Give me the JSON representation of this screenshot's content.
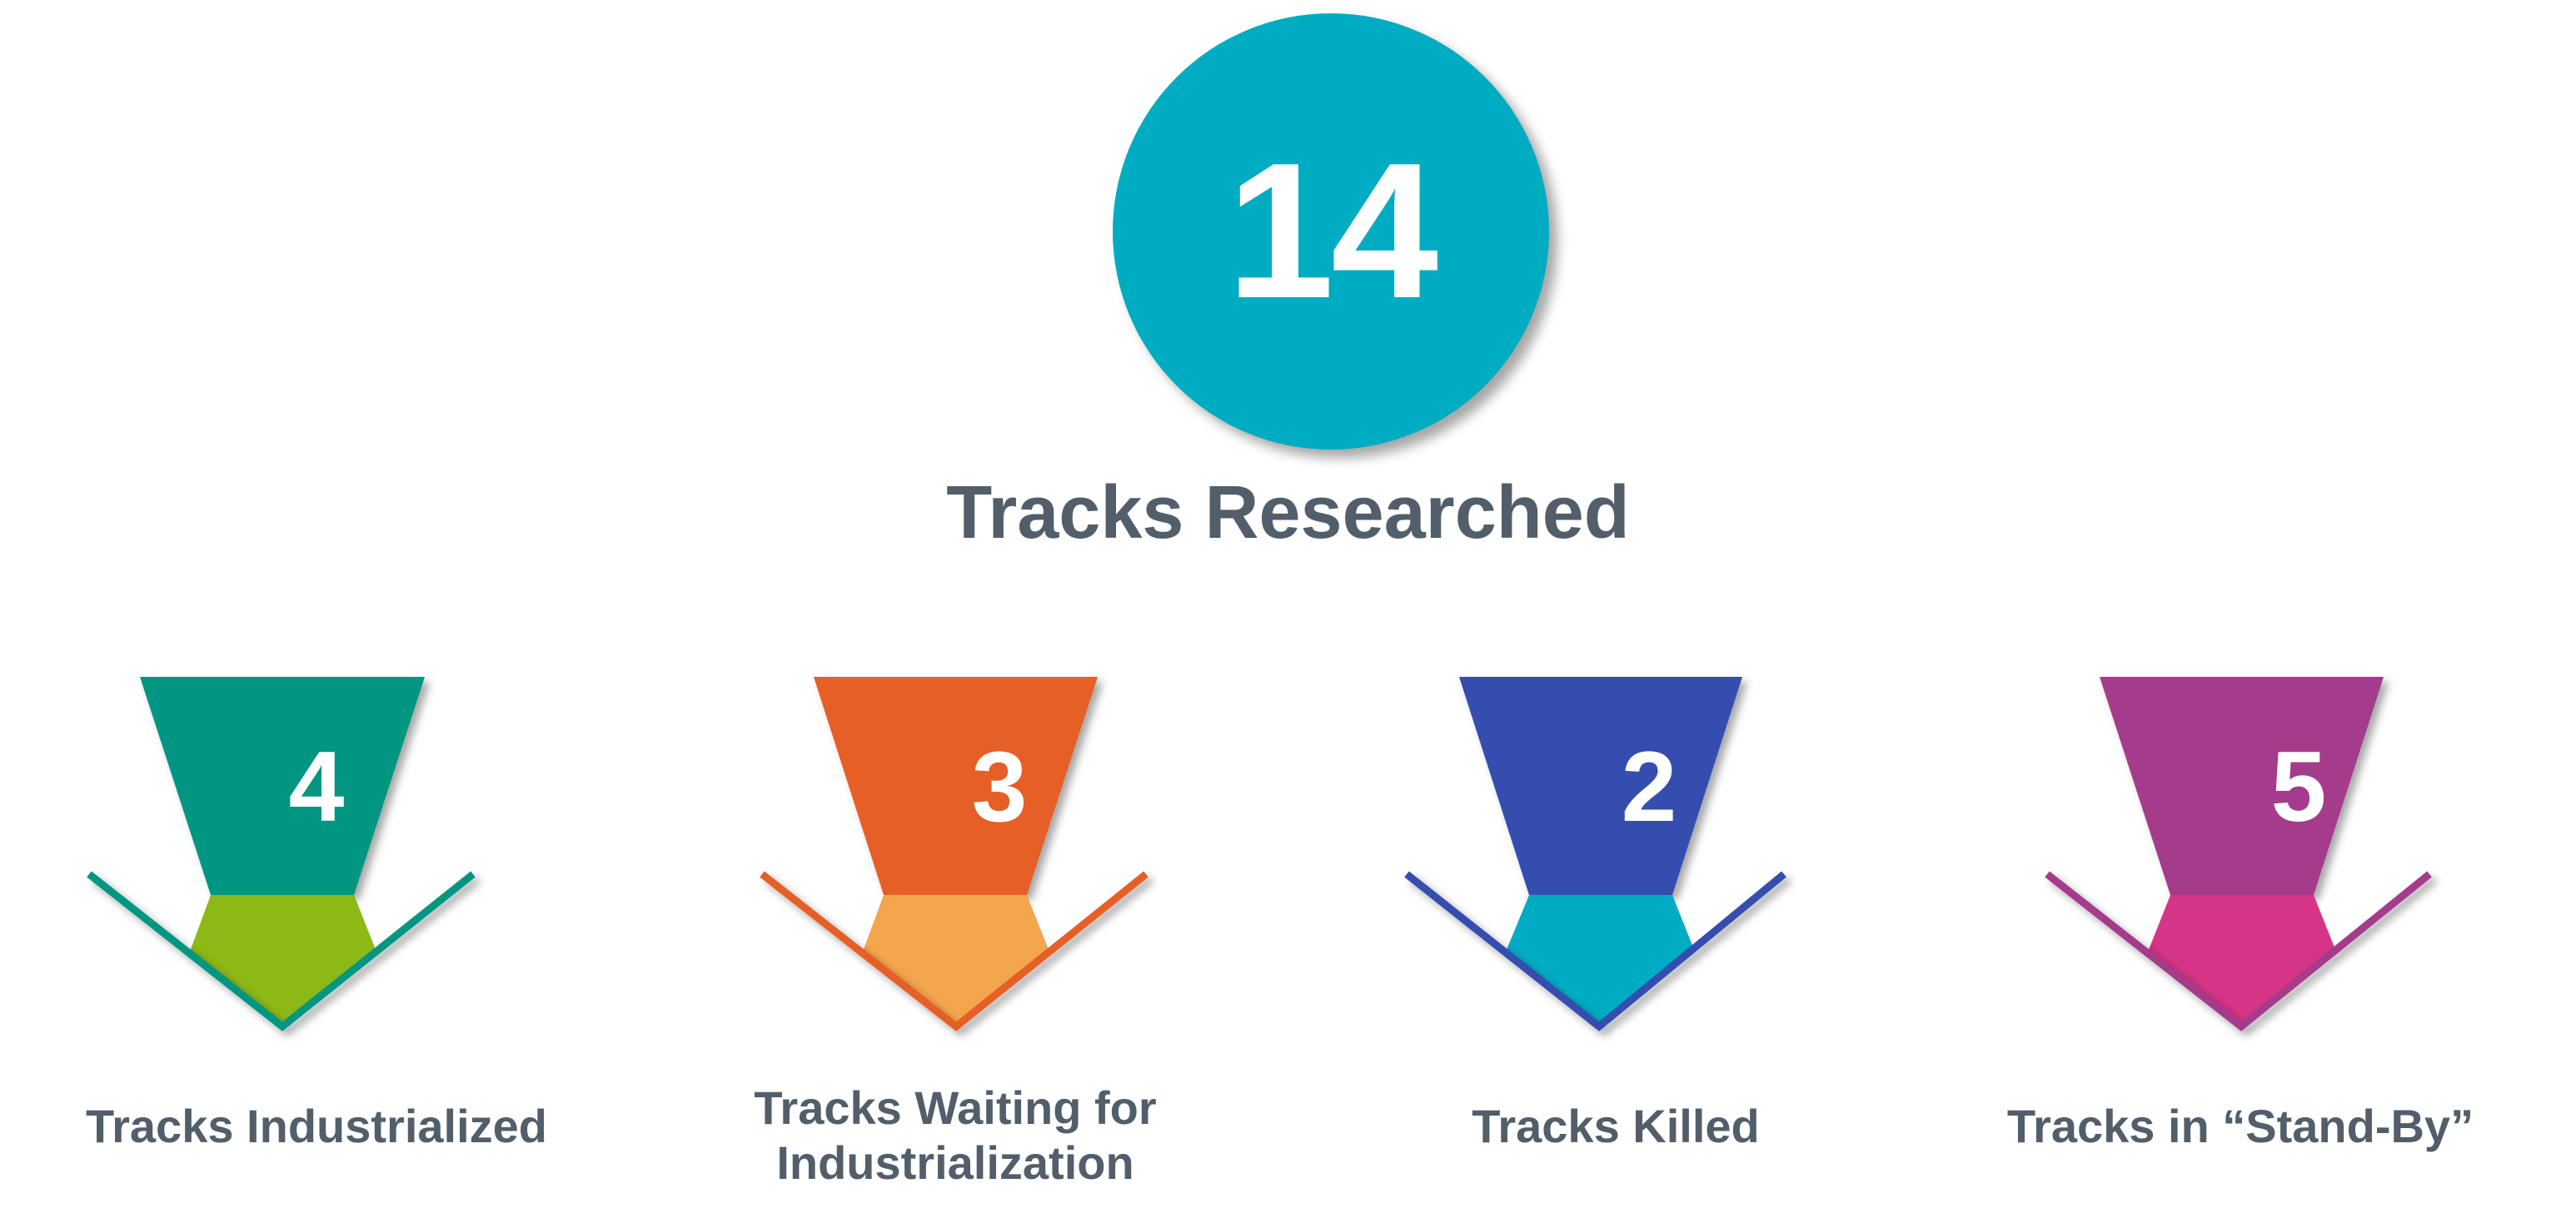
{
  "hero": {
    "value": "14",
    "label": "Tracks Researched",
    "color": "#00acc1"
  },
  "cards": [
    {
      "value": "4",
      "label_line1": "Tracks Industrialized",
      "label_line2": "",
      "top_color": "#009681",
      "bottom_color": "#8cb915",
      "line_color": "#009681"
    },
    {
      "value": "3",
      "label_line1": "Tracks Waiting for",
      "label_line2": "Industrialization",
      "top_color": "#e65f25",
      "bottom_color": "#f4a64d",
      "line_color": "#e65f25"
    },
    {
      "value": "2",
      "label_line1": "Tracks Killed",
      "label_line2": "",
      "top_color": "#364daf",
      "bottom_color": "#00acc4",
      "line_color": "#364daf"
    },
    {
      "value": "5",
      "label_line1": "Tracks in “Stand-By”",
      "label_line2": "",
      "top_color": "#a53a8b",
      "bottom_color": "#d63586",
      "line_color": "#a53a8b"
    }
  ],
  "text_color": "#525e6a"
}
